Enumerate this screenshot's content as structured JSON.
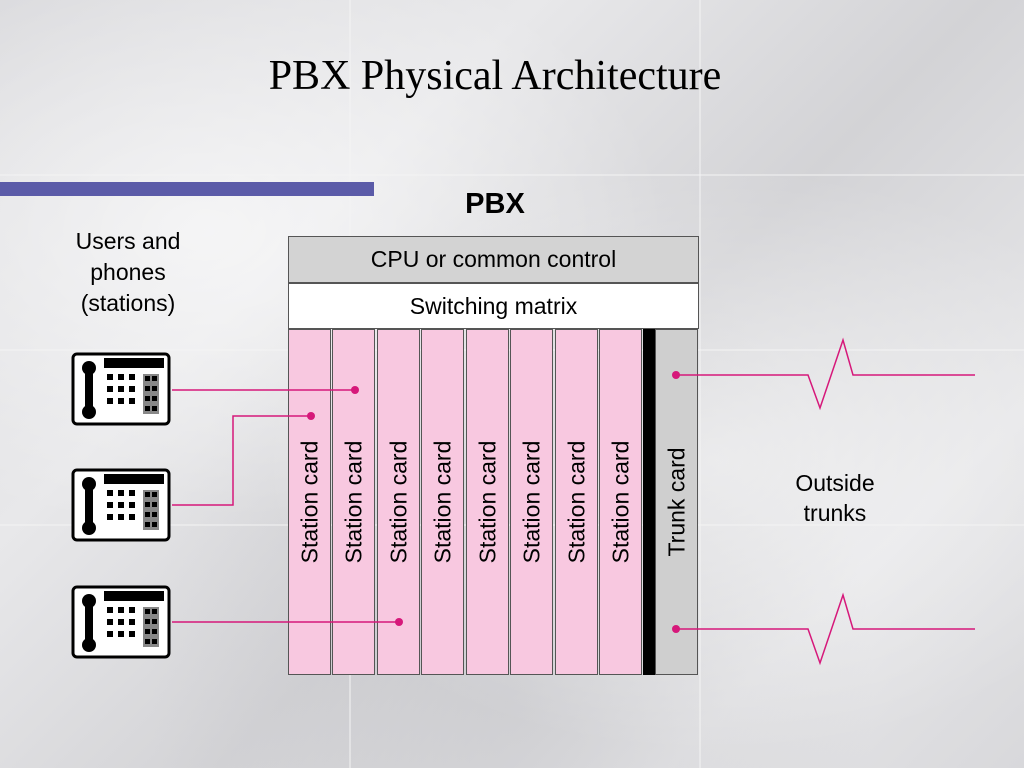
{
  "title": "PBX Physical Architecture",
  "pbx_label": "PBX",
  "users_label": [
    "Users and",
    "phones",
    "(stations)"
  ],
  "cpu_label": "CPU or common control",
  "switching_label": "Switching matrix",
  "station_cards": [
    "Station card",
    "Station card",
    "Station card",
    "Station card",
    "Station card",
    "Station card",
    "Station card",
    "Station card"
  ],
  "trunk_card_label": "Trunk card",
  "outside_label": [
    "Outside",
    "trunks"
  ],
  "colors": {
    "title_bar": "#5b5ba8",
    "station_card": "#f8c8e0",
    "trunk_card": "#cfcfcf",
    "cpu": "#d3d3d3",
    "wire": "#d6187a"
  },
  "icons": [
    "telephone-icon",
    "telephone-icon",
    "telephone-icon"
  ]
}
